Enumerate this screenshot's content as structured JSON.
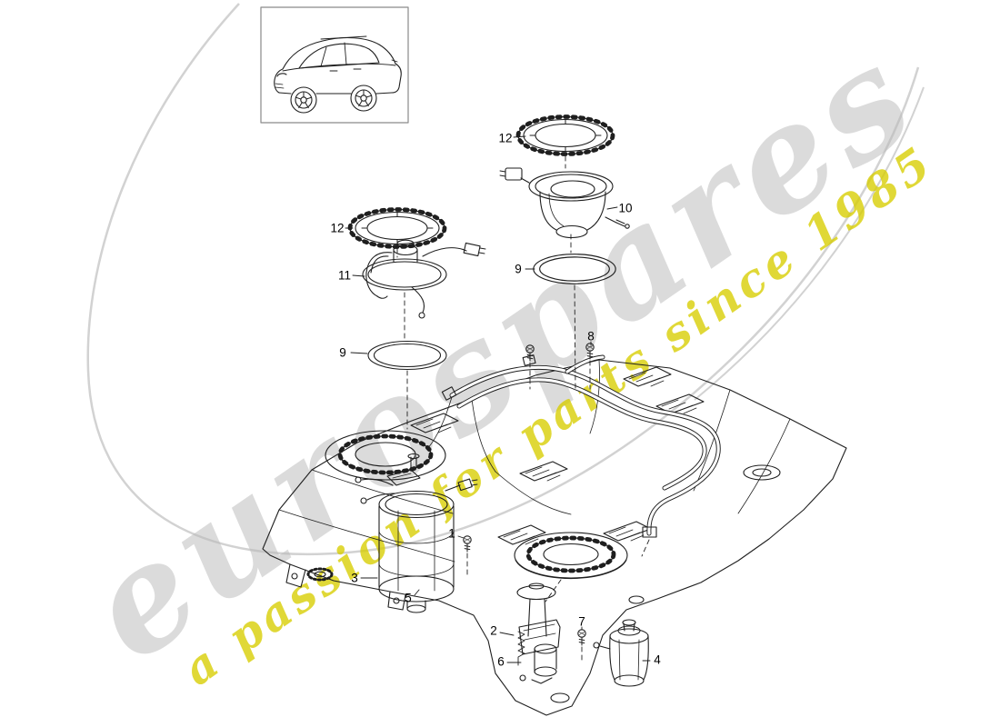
{
  "watermark": {
    "brand": "eurospares",
    "tagline": "a passion for parts since 1985",
    "brand_color": "#b9b9b9",
    "tagline_color": "#d8ce00"
  },
  "diagram": {
    "line_color": "#1f1f1f",
    "vehicle": "porsche-cayenne"
  },
  "callouts": {
    "c12_right": {
      "label": "12"
    },
    "c10": {
      "label": "10"
    },
    "c9_right": {
      "label": "9"
    },
    "c12_left": {
      "label": "12"
    },
    "c11": {
      "label": "11"
    },
    "c9_left": {
      "label": "9"
    },
    "c8": {
      "label": "8"
    },
    "c1": {
      "label": "1"
    },
    "c3": {
      "label": "3"
    },
    "c5": {
      "label": "5"
    },
    "c2": {
      "label": "2"
    },
    "c6": {
      "label": "6"
    },
    "c7": {
      "label": "7"
    },
    "c4": {
      "label": "4"
    }
  }
}
